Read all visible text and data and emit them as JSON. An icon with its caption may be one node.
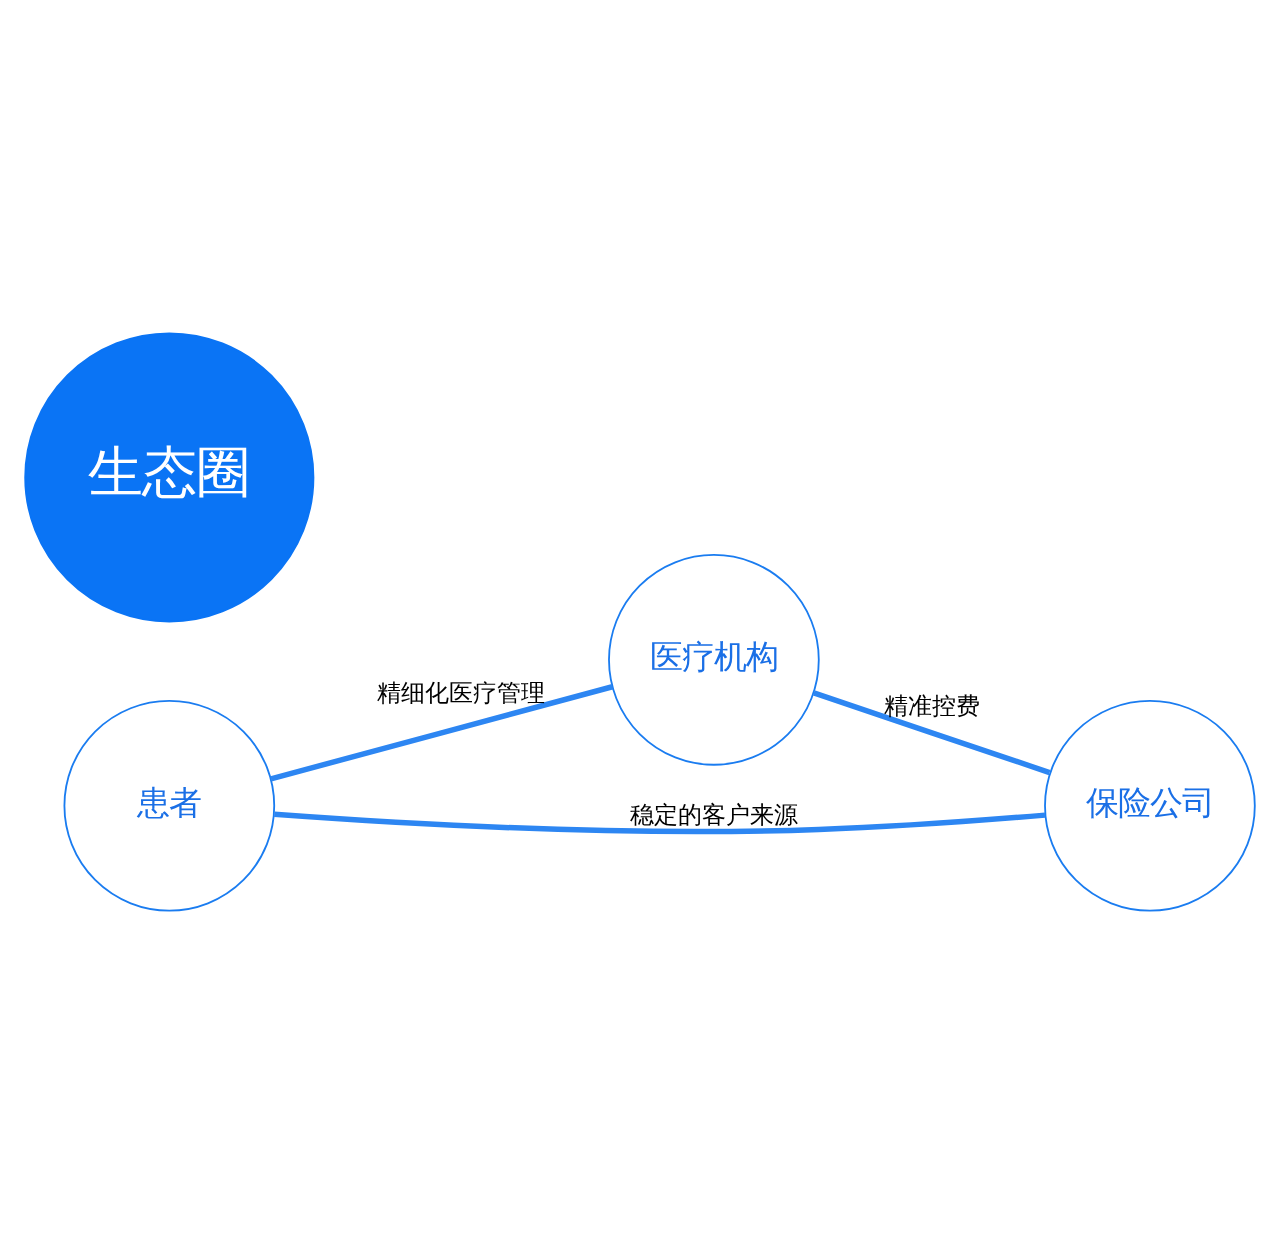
{
  "diagram": {
    "nodes": [
      {
        "text": [
          "患者"
        ]
      },
      {
        "text": [
          "医疗机构"
        ]
      },
      {
        "text": [
          "生态圈"
        ]
      },
      {
        "text": [
          "保险公司"
        ]
      }
    ],
    "edges": [
      {
        "from": 0,
        "to": 1,
        "arrow": "none",
        "label": "精细化医疗管理"
      },
      {
        "from": 1,
        "to": 3,
        "arrow": "none",
        "label": "精准控费"
      },
      {
        "from": 3,
        "to": 0,
        "arrow": "none",
        "label": "稳定的客户来源"
      }
    ]
  }
}
